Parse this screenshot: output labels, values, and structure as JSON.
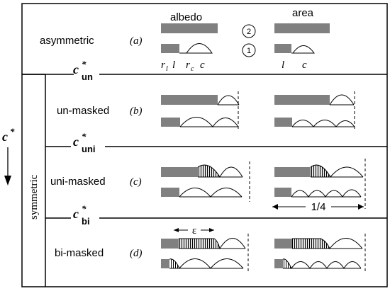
{
  "headers": {
    "albedo": "albedo",
    "area": "area"
  },
  "rows": {
    "asymmetric": {
      "label": "asymmetric",
      "tag": "(a)"
    },
    "unmasked": {
      "label": "un-masked",
      "tag": "(b)"
    },
    "unimasked": {
      "label": "uni-masked",
      "tag": "(c)"
    },
    "bimasked": {
      "label": "bi-masked",
      "tag": "(d)"
    }
  },
  "criticals": {
    "un": {
      "symbol": "c",
      "star": "*",
      "sub": "un"
    },
    "uni": {
      "symbol": "c",
      "star": "*",
      "sub": "uni"
    },
    "bi": {
      "symbol": "c",
      "star": "*",
      "sub": "bi"
    }
  },
  "side": {
    "symbol": "c",
    "star": "*",
    "symmetric": "symmetric"
  },
  "markers": {
    "two": "2",
    "one": "1"
  },
  "asym_labels": {
    "rl": "r",
    "rl_sub": "l",
    "l": "l",
    "rc": "r",
    "rc_sub": "c",
    "c": "c",
    "area_l": "l",
    "area_c": "c"
  },
  "annotations": {
    "quarter": "1/4",
    "epsilon": "ε"
  },
  "colors": {
    "bar": "#808080",
    "ink": "#000000"
  }
}
